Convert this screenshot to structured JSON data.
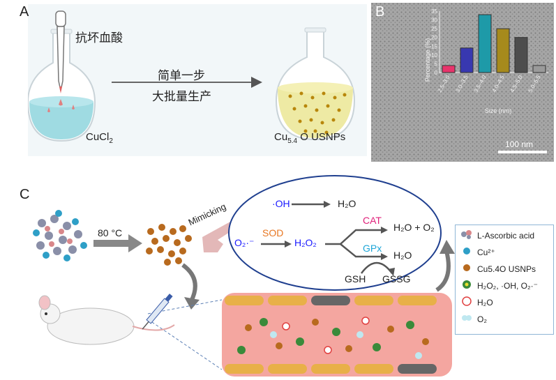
{
  "panelA": {
    "letter": "A",
    "reagent": "抗坏血酸",
    "arrow_top": "简单一步",
    "arrow_bottom": "大批量生产",
    "precursor": "CuCl",
    "precursor_sub": "2",
    "product_pre": "Cu",
    "product_sub": "5.4",
    "product_post": " O USNPs"
  },
  "panelB": {
    "letter": "B",
    "scale_bar": "100 nm",
    "chart_data": {
      "type": "bar",
      "categories": [
        "2.5–3.0",
        "3.0–3.5",
        "3.5–4.0",
        "4.0–4.5",
        "4.5–5.0",
        "5.0–5.5"
      ],
      "values": [
        4,
        14,
        33,
        25,
        20,
        4
      ],
      "colors": [
        "#e8336b",
        "#3838b0",
        "#1e9aa8",
        "#a68a1c",
        "#4d4d4d",
        "#9a9a9a"
      ],
      "xlabel": "Size (nm)",
      "ylabel": "Percentage (%)",
      "ylim": [
        0,
        35
      ],
      "yticks": [
        "0",
        "5",
        "10",
        "15",
        "20",
        "25",
        "30",
        "35"
      ]
    }
  },
  "panelC": {
    "letter": "C",
    "temp": "80 °C",
    "mimicking": "Mimicking",
    "oh": "·OH",
    "h2o_a": "H₂O",
    "sod": "SOD",
    "o2_radical": "O₂·⁻",
    "h2o2": "H₂O₂",
    "cat": "CAT",
    "cat_product": "H₂O + O₂",
    "gpx": "GPx",
    "gpx_product": "H₂O",
    "gsh": "GSH",
    "gssg": "GSSG"
  },
  "legend": [
    {
      "icon": "ascorbic-acid-icon",
      "label": "L-Ascorbic acid"
    },
    {
      "icon": "copper-ion-icon",
      "label": "Cu²⁺"
    },
    {
      "icon": "nanoparticle-icon",
      "label": "Cu5.4O USNPs"
    },
    {
      "icon": "ros-icon",
      "label": "H₂O₂, ·OH, O₂·⁻"
    },
    {
      "icon": "water-icon",
      "label": "H₂O"
    },
    {
      "icon": "oxygen-icon",
      "label": "O₂"
    }
  ],
  "colors": {
    "sod": "#e87722",
    "cat": "#e0207a",
    "gpx": "#1ea6d8",
    "blue_text": "#1a1aff",
    "ellipse": "#1f3f8f",
    "vessel": "#f4a6a0"
  }
}
